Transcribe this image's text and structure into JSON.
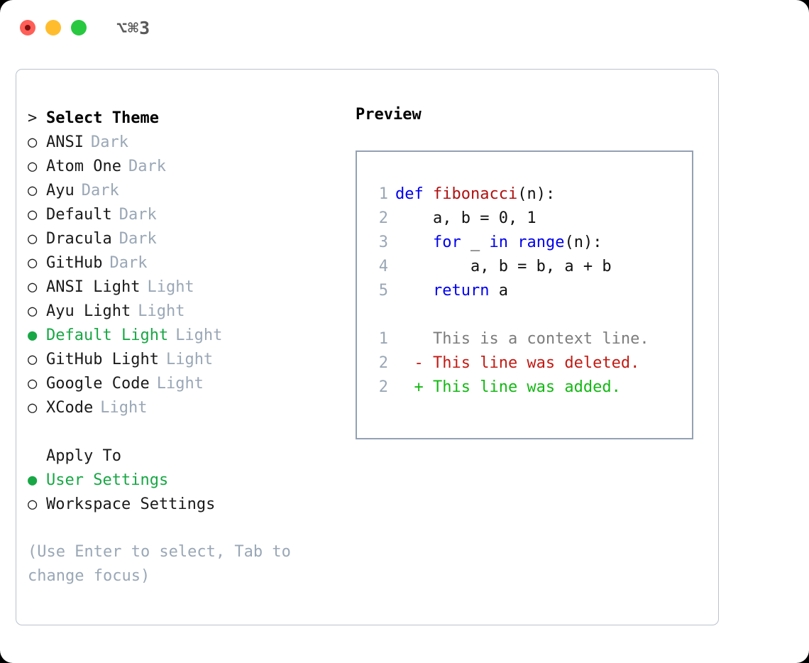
{
  "titlebar": {
    "shortcut": "⌥⌘3",
    "lights": [
      "close",
      "minimize",
      "zoom"
    ]
  },
  "theme_picker": {
    "header": "Select Theme",
    "header_marker": ">",
    "marker_unselected": "○",
    "marker_selected": "●",
    "items": [
      {
        "name": "ANSI",
        "kind": "Dark",
        "selected": false
      },
      {
        "name": "Atom One",
        "kind": "Dark",
        "selected": false
      },
      {
        "name": "Ayu",
        "kind": "Dark",
        "selected": false
      },
      {
        "name": "Default",
        "kind": "Dark",
        "selected": false
      },
      {
        "name": "Dracula",
        "kind": "Dark",
        "selected": false
      },
      {
        "name": "GitHub",
        "kind": "Dark",
        "selected": false
      },
      {
        "name": "ANSI Light",
        "kind": "Light",
        "selected": false
      },
      {
        "name": "Ayu Light",
        "kind": "Light",
        "selected": false
      },
      {
        "name": "Default Light",
        "kind": "Light",
        "selected": true
      },
      {
        "name": "GitHub Light",
        "kind": "Light",
        "selected": false
      },
      {
        "name": "Google Code",
        "kind": "Light",
        "selected": false
      },
      {
        "name": "XCode",
        "kind": "Light",
        "selected": false
      }
    ]
  },
  "apply_to": {
    "header": "Apply To",
    "items": [
      {
        "name": "User Settings",
        "selected": true
      },
      {
        "name": "Workspace Settings",
        "selected": false
      }
    ]
  },
  "hint": "(Use Enter to select, Tab to change focus)",
  "preview": {
    "title": "Preview",
    "code_lines": [
      {
        "number": "1",
        "tokens": [
          {
            "text": "def ",
            "style": "kw"
          },
          {
            "text": "fibonacci",
            "style": "fn"
          },
          {
            "text": "(n):",
            "style": "plain"
          }
        ]
      },
      {
        "number": "2",
        "tokens": [
          {
            "text": "    a, b = 0, 1",
            "style": "plain"
          }
        ]
      },
      {
        "number": "3",
        "tokens": [
          {
            "text": "    ",
            "style": "plain"
          },
          {
            "text": "for",
            "style": "kw"
          },
          {
            "text": " _ ",
            "style": "plain"
          },
          {
            "text": "in",
            "style": "kw"
          },
          {
            "text": " ",
            "style": "plain"
          },
          {
            "text": "range",
            "style": "kw"
          },
          {
            "text": "(n):",
            "style": "plain"
          }
        ]
      },
      {
        "number": "4",
        "tokens": [
          {
            "text": "        a, b = b, a + b",
            "style": "plain"
          }
        ]
      },
      {
        "number": "5",
        "tokens": [
          {
            "text": "    ",
            "style": "plain"
          },
          {
            "text": "return",
            "style": "kw"
          },
          {
            "text": " a",
            "style": "plain"
          }
        ]
      }
    ],
    "diff_lines": [
      {
        "number": "1",
        "marker": " ",
        "text": "This is a context line.",
        "kind": "context"
      },
      {
        "number": "2",
        "marker": "-",
        "text": "This line was deleted.",
        "kind": "deleted"
      },
      {
        "number": "2",
        "marker": "+",
        "text": "This line was added.",
        "kind": "added"
      }
    ]
  },
  "colors": {
    "selected_green": "#18a745",
    "muted_label": "#9aa7b6",
    "keyword_blue": "#0000ee",
    "function_red": "#b01010",
    "diff_deleted": "#c21a13",
    "diff_added": "#14b814",
    "border": "#93a1b3",
    "light_red": "#ff5f57",
    "light_amber": "#ffbd2e",
    "light_green": "#28c840"
  }
}
